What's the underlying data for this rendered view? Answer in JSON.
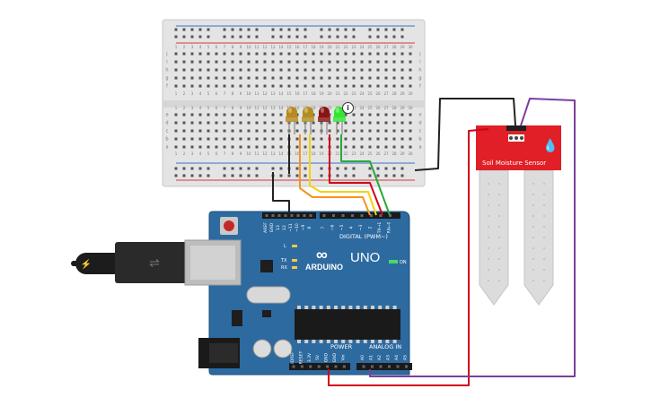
{
  "arduino": {
    "brand": "ARDUINO",
    "model": "UNO",
    "digital_label": "DIGITAL (PWM~)",
    "power_label": "POWER",
    "analog_label": "ANALOG IN",
    "on_label": "ON",
    "led_labels": {
      "l": "L",
      "tx": "TX",
      "rx": "RX"
    },
    "top_pins": [
      "AREF",
      "GND",
      "13",
      "12",
      "~11",
      "~10",
      "~9",
      "8",
      "7",
      "~6",
      "~5",
      "4",
      "~3",
      "2",
      "TX→1",
      "RX←0"
    ],
    "power_pins": [
      "IOREF",
      "RESET",
      "3.3V",
      "5V",
      "GND",
      "GND",
      "Vin"
    ],
    "analog_pins": [
      "A0",
      "A1",
      "A2",
      "A3",
      "A4",
      "A5"
    ]
  },
  "sensor": {
    "title": "Soil Moisture Sensor"
  },
  "breadboard": {
    "column_numbers": [
      "1",
      "2",
      "3",
      "4",
      "5",
      "6",
      "7",
      "8",
      "9",
      "10",
      "11",
      "12",
      "13",
      "14",
      "15",
      "16",
      "17",
      "18",
      "19",
      "20",
      "21",
      "22",
      "23",
      "24",
      "25",
      "26",
      "27",
      "28",
      "29",
      "30"
    ],
    "rows_top": [
      "j",
      "i",
      "h",
      "g",
      "f"
    ],
    "rows_bottom": [
      "e",
      "d",
      "c",
      "b",
      "a"
    ]
  },
  "leds": [
    {
      "name": "yellow-led-1",
      "color": "#b8891c"
    },
    {
      "name": "yellow-led-2",
      "color": "#b38e1f"
    },
    {
      "name": "red-led",
      "color": "#8a1414"
    },
    {
      "name": "green-led",
      "color": "#30e630"
    }
  ],
  "colors": {
    "board": "#2d6aa0",
    "sensor_red": "#e01f26",
    "wire_orange": "#f7931e",
    "wire_yellow": "#f5d20a",
    "wire_red": "#d0021b",
    "wire_green": "#27a83a",
    "wire_purple": "#7b3f9c",
    "wire_black": "#222222"
  },
  "info_badge": "i"
}
